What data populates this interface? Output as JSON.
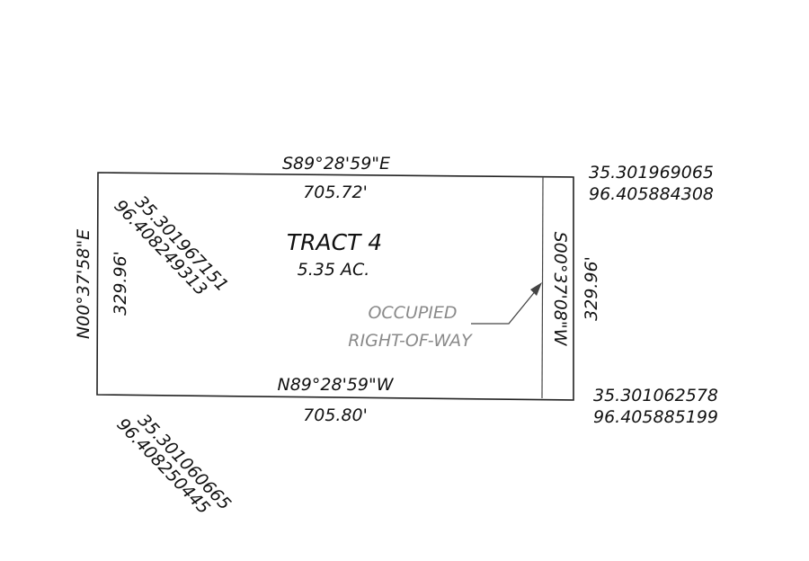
{
  "tract": {
    "name": "TRACT 4",
    "area": "5.35 AC."
  },
  "bounds": {
    "north": {
      "bearing": "S89°28'59\"E",
      "distance": "705.72'"
    },
    "south": {
      "bearing": "N89°28'59\"W",
      "distance": "705.80'"
    },
    "west": {
      "bearing": "N00°37'58\"E",
      "distance": "329.96'"
    },
    "east": {
      "bearing": "S00°37'08\"W",
      "distance": "329.96'"
    }
  },
  "corners": {
    "northwest": {
      "lat": "35.301967151",
      "lon": "96.408249313"
    },
    "northeast": {
      "lat": "35.301969065",
      "lon": "96.405884308"
    },
    "southwest": {
      "lat": "35.301060665",
      "lon": "96.408250445"
    },
    "southeast": {
      "lat": "35.301062578",
      "lon": "96.405885199"
    }
  },
  "annotation": {
    "line1": "OCCUPIED",
    "line2": "RIGHT-OF-WAY"
  },
  "colors": {
    "ink": "#111111",
    "annotation": "#8a8a8a"
  }
}
